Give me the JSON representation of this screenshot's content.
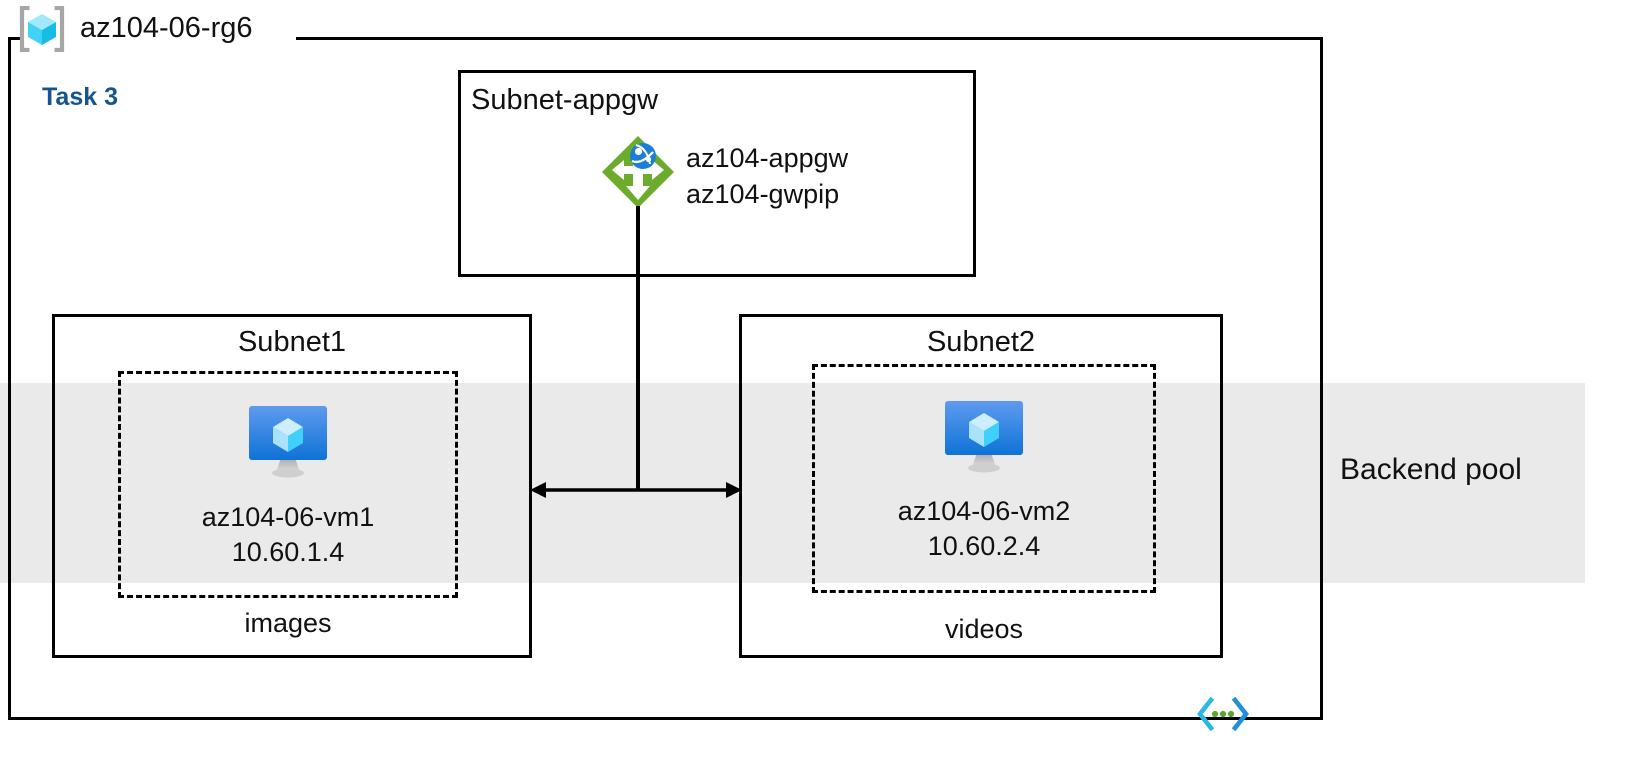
{
  "diagram": {
    "resource_group": {
      "name": "az104-06-rg6",
      "icon": "resource-group-icon"
    },
    "task_label": "Task 3",
    "backend_pool": {
      "label": "Backend pool",
      "band_color": "#eaeaea"
    },
    "subnets": [
      {
        "id": "subnet-appgw",
        "title": "Subnet-appgw",
        "title_align": "left",
        "resources": [
          {
            "icon": "application-gateway-icon",
            "icon_color": "#6cab2c",
            "labels": [
              "az104-appgw",
              "az104-gwpip"
            ]
          }
        ]
      },
      {
        "id": "subnet1",
        "title": "Subnet1",
        "title_align": "center",
        "vm": {
          "icon": "virtual-machine-icon",
          "name": "az104-06-vm1",
          "ip": "10.60.1.4"
        },
        "storage_label": "images"
      },
      {
        "id": "subnet2",
        "title": "Subnet2",
        "title_align": "center",
        "vm": {
          "icon": "virtual-machine-icon",
          "name": "az104-06-vm2",
          "ip": "10.60.2.4"
        },
        "storage_label": "videos"
      }
    ],
    "connections": [
      {
        "from": "subnet-appgw",
        "to": "subnet1-subnet2-link",
        "type": "double-headed-arrow"
      }
    ],
    "footer_icon": "code-brackets-icon",
    "colors": {
      "task_text": "#14558f",
      "border": "#000000",
      "appgw_green": "#6cab2c",
      "vm_blue": "#1b7fdd",
      "rg_cube_cyan": "#31d3f7",
      "code_icon_cyan": "#2ab7e8",
      "code_icon_green": "#5aa72a"
    }
  }
}
